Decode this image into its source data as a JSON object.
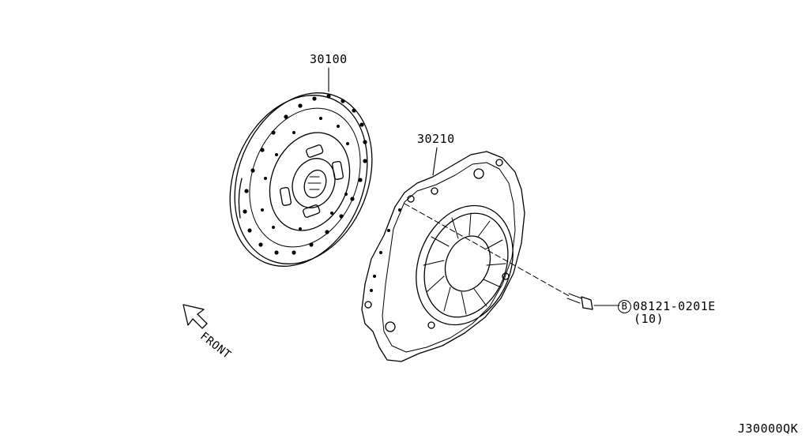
{
  "parts": {
    "clutch_disc": "30100",
    "clutch_cover": "30210",
    "bolt_code": "08121-0201E",
    "bolt_qty": "(10)",
    "bolt_symbol": "B"
  },
  "direction_label": "FRONT",
  "diagram_id": "J30000QK"
}
